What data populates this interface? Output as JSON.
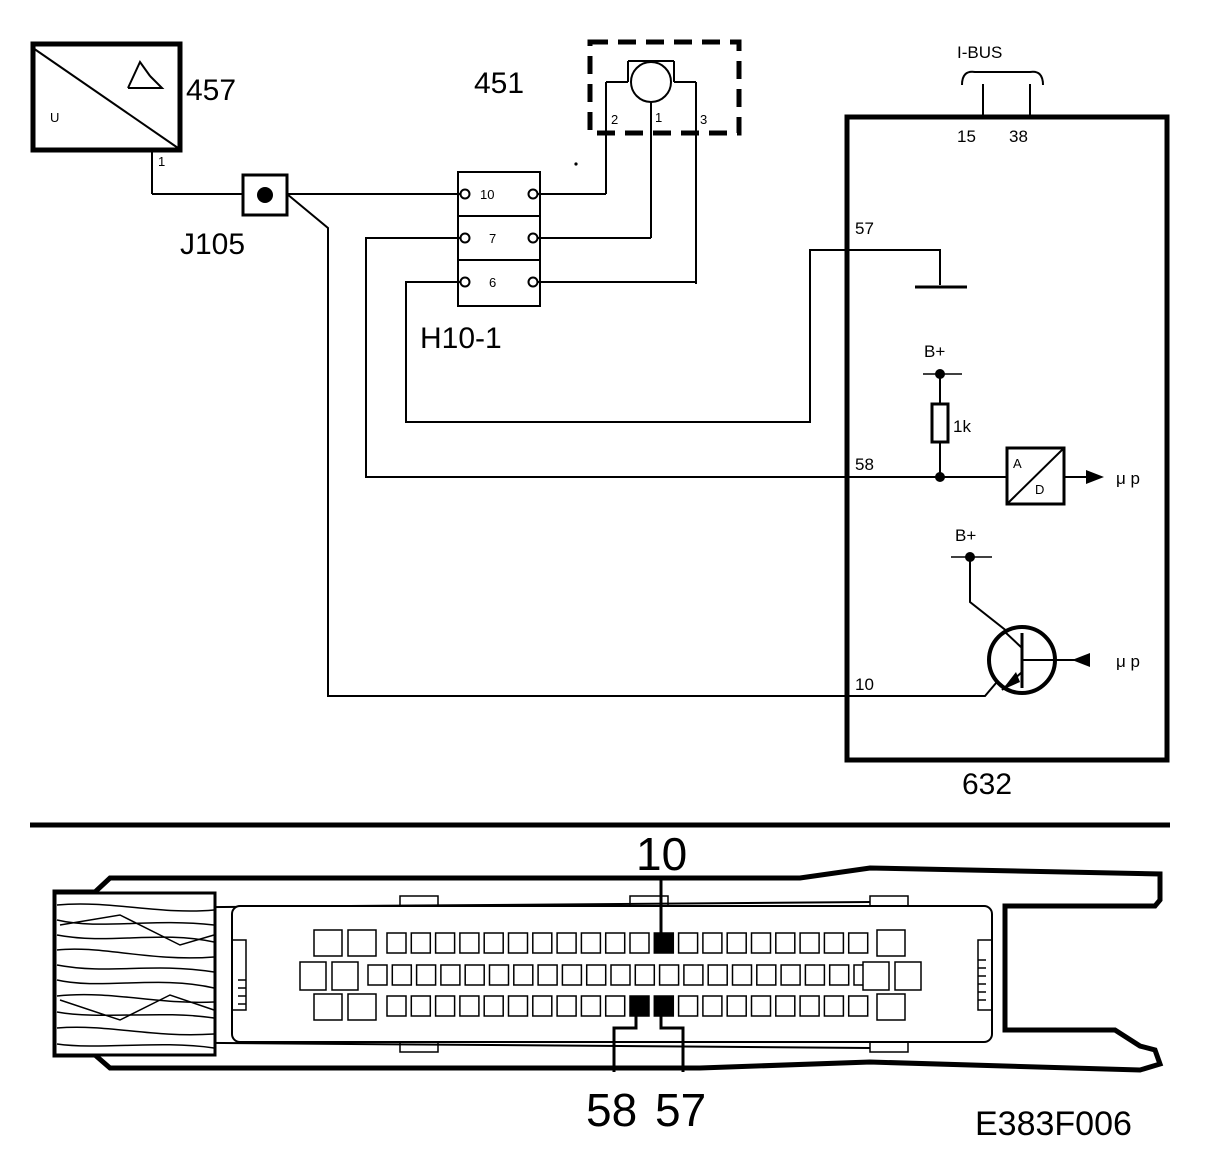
{
  "components": {
    "sensor": {
      "id": "457",
      "letter": "U",
      "pin": "1"
    },
    "mic": {
      "id": "451",
      "pins": [
        "2",
        "1",
        "3"
      ]
    },
    "junction": {
      "id": "J105"
    },
    "connector": {
      "id": "H10-1",
      "pins": [
        "10",
        "7",
        "6"
      ]
    },
    "ecu": {
      "id": "632",
      "bus": {
        "label": "I-BUS",
        "pins": [
          "15",
          "38"
        ]
      },
      "pins": {
        "p57": "57",
        "p58": "58",
        "p10": "10"
      },
      "supply1": "B+",
      "supply2": "B+",
      "resistor": "1k",
      "adc": {
        "a": "A",
        "d": "D"
      },
      "mp1": "μ p",
      "mp2": "μ p"
    }
  },
  "connector_view": {
    "pin_top": "10",
    "pin_bottom_left": "58",
    "pin_bottom_right": "57"
  },
  "figure_code": "E383F006"
}
